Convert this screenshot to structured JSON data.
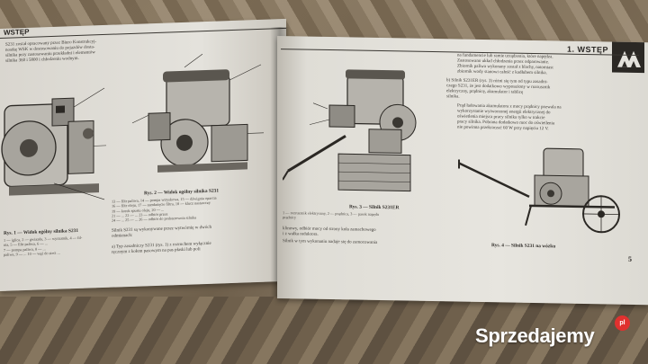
{
  "left_page": {
    "heading": "WSTĘP",
    "intro_text": "S231 został opracowany przez Biuro Konstrukcyj-\nnostkę WSK w dostosowaniu do pojazdów dosta-\nsilnika przy zastosowaniu przekładni i elementów\nsilnika 360 i 5800 i chłodzeniu wodnym.",
    "fig1_caption": "Rys. 1 — Widok ogólny silnika S231",
    "fig1_legend": "1 — iglica, 2 — gwiazda, 3 — wyrzutnik, 4 — fil-\nnia, 5 — filtr paliwa, 6 — ...\n7 — pompa paliwa, 8 — ...\npaliwa, 9 — ... 10 — wąż do sieci ...",
    "fig2_caption": "Rys. 2 — Widok ogólny silnika S231",
    "fig2_legend": "13 — filtr paliwa, 14 — pompa wtryskowa, 15 — dźwignia oparcia\n16 — filtr oleju, 17 — zamknięcie filtra, 18 — klucz nastawczy\n19 — korek spustu oleju, 20 — ...\n21 — ... 22 — ... 23 — odbiór przez\n24 — ... 25 — ... 26 — odbiór do podsterownia silnika",
    "body_1": "Silnik S231 są wykonywane przez wytwórnię w dwóch\nodmianach:",
    "list_a": "a) Typ zasadniczy S231 (rys. 1) z rozruchem wyłącznie\nręcznym z kołem pasowym na pas płaski lub poli"
  },
  "right_page": {
    "heading": "1. WSTĘP",
    "col1_top": "na fundamencie lub ramie urządzenia, które napędza.\nZastosowano układ chłodzenia przez odparowanie.\nZbiornik paliwa wykonany został z blachy, natomiast\nzbiornik wody stanowi całość z kadłubem silnika.",
    "list_b": "b) Silnik S231ER (rys. 3) różni się tym od typu zasadni-\nczego S231, że jest dodatkowo wyposażony w rozrusznik\nelektryczny, prądnicę, akumulator i tablicę\nsilnika.",
    "body_2": "Prąd ładowania akumulatora z mocy prądnicy pozwala na\nwykorzystanie wytworzonej energii elektrycznej do\noświetlenia miejsca pracy silnika tylko w trakcie\npracy silnika. Pobrana dodatkowo moc do oświetlenia\nnie powinna przekraczać 60 W przy napięciu 12 V.",
    "fig3_caption": "Rys. 3 — Silnik S231ER",
    "fig3_legend": "1 — rozrusznik elektryczny, 2 — prądnica, 3 — pasek napędu\nprądnicy",
    "body_3": "klinowy, odbiór mocy od strony koła zamachowego\ni z wałka reduktora.",
    "body_4": "Silnik w tym wykonaniu nadaje się do zamocowania",
    "fig4_caption": "Rys. 4 — Silnik S231 na wózku",
    "page_number": "5",
    "logo_text": "AA"
  },
  "watermark": {
    "text": "Sprzedajemy",
    "badge": "pl"
  }
}
